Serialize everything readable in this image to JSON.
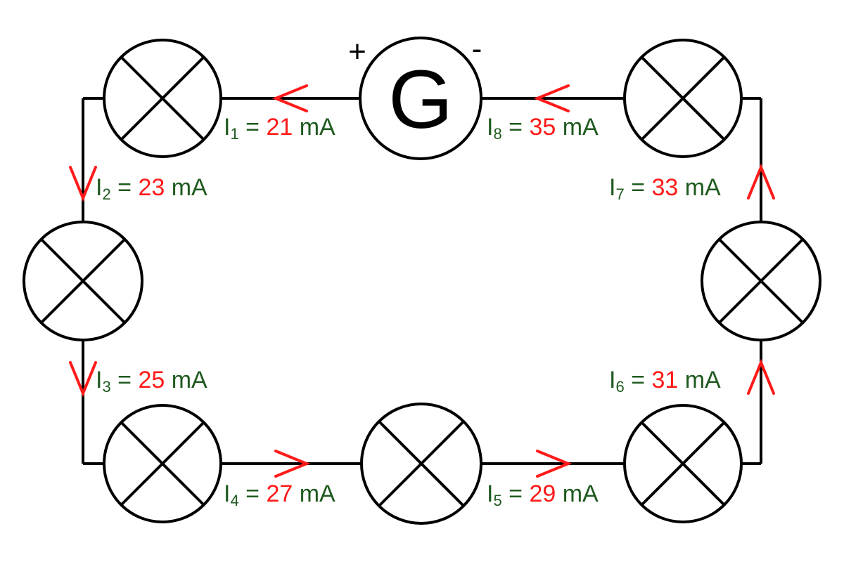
{
  "generator": {
    "letter": "G",
    "plus": "+",
    "minus": "-"
  },
  "currents": [
    {
      "id": "i1",
      "sym": "I",
      "sub": "1",
      "eq": " = ",
      "val": "21",
      "unit": " mA"
    },
    {
      "id": "i2",
      "sym": "I",
      "sub": "2",
      "eq": " = ",
      "val": "23",
      "unit": " mA"
    },
    {
      "id": "i3",
      "sym": "I",
      "sub": "3",
      "eq": " = ",
      "val": "25",
      "unit": " mA"
    },
    {
      "id": "i4",
      "sym": "I",
      "sub": "4",
      "eq": " = ",
      "val": "27",
      "unit": " mA"
    },
    {
      "id": "i5",
      "sym": "I",
      "sub": "5",
      "eq": " = ",
      "val": "29",
      "unit": " mA"
    },
    {
      "id": "i6",
      "sym": "I",
      "sub": "6",
      "eq": " = ",
      "val": "31",
      "unit": " mA"
    },
    {
      "id": "i7",
      "sym": "I",
      "sub": "7",
      "eq": " = ",
      "val": "33",
      "unit": " mA"
    },
    {
      "id": "i8",
      "sym": "I",
      "sub": "8",
      "eq": " = ",
      "val": "35",
      "unit": " mA"
    }
  ],
  "colors": {
    "label": "#1f5a1f",
    "value": "#ff1a1a",
    "arrow": "#ff1a1a",
    "wire": "#000000"
  }
}
